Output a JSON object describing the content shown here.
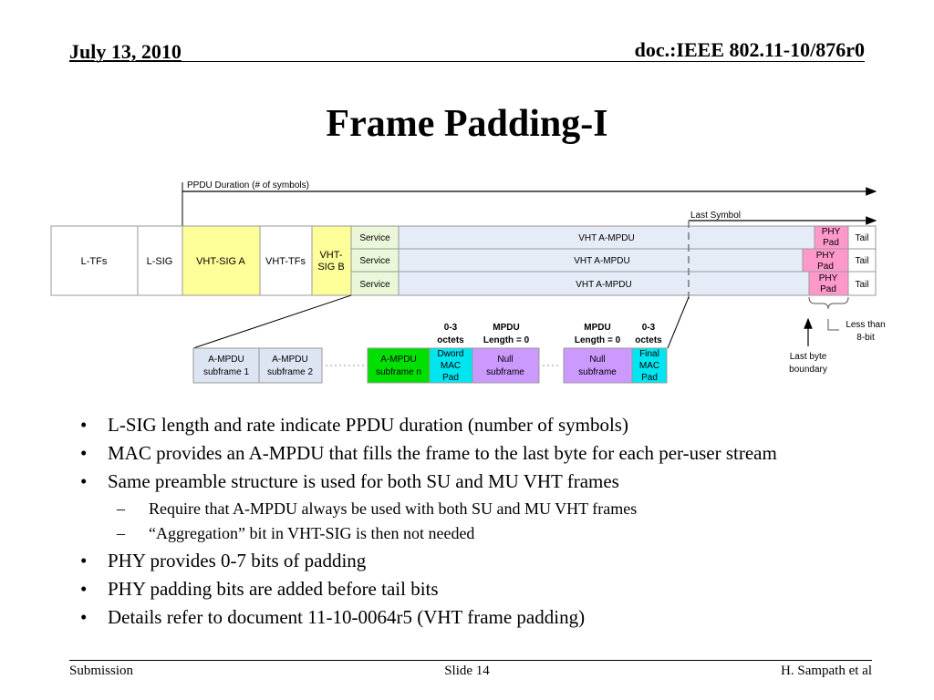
{
  "header": {
    "date": "July 13, 2010",
    "doc_id": "doc.:IEEE 802.11-10/876r0"
  },
  "title": "Frame Padding-I",
  "diagram": {
    "ppdu_duration_label": "PPDU Duration (# of symbols)",
    "last_symbol_label": "Last Symbol",
    "fields": {
      "ltf": "L-TFs",
      "lsig": "L-SIG",
      "vht_sig_a": "VHT-SIG A",
      "vht_tfs": "VHT-TFs",
      "vht_sig_b": [
        "VHT-",
        "SIG B"
      ]
    },
    "rows": [
      {
        "service": "Service",
        "ampdu": "VHT A-MPDU",
        "phy_pad": [
          "PHY",
          "Pad"
        ],
        "tail": "Tail"
      },
      {
        "service": "Service",
        "ampdu": "VHT A-MPDU",
        "phy_pad": [
          "PHY",
          "Pad"
        ],
        "tail": "Tail"
      },
      {
        "service": "Service",
        "ampdu": "VHT A-MPDU",
        "phy_pad": [
          "PHY",
          "Pad"
        ],
        "tail": "Tail"
      }
    ],
    "subframes": {
      "sf1": [
        "A-MPDU",
        "subframe 1"
      ],
      "sf2": [
        "A-MPDU",
        "subframe 2"
      ],
      "sfn": [
        "A-MPDU",
        "subframe n"
      ],
      "dword_pad": [
        "Dword",
        "MAC",
        "Pad"
      ],
      "null1": [
        "Null",
        "subframe"
      ],
      "null2": [
        "Null",
        "subframe"
      ],
      "final_pad": [
        "Final",
        "MAC",
        "Pad"
      ]
    },
    "annotations": {
      "octets_a": [
        "0-3",
        "octets"
      ],
      "mpdu_len_a": [
        "MPDU",
        "Length = 0"
      ],
      "mpdu_len_b": [
        "MPDU",
        "Length = 0"
      ],
      "octets_b": [
        "0-3",
        "octets"
      ],
      "less_than": [
        "Less than",
        "8-bit"
      ],
      "last_byte": [
        "Last byte",
        "boundary"
      ]
    },
    "colors": {
      "sig_yellow": "#ffff99",
      "service_green": "#ebf7d9",
      "ampdu_blue": "#e6ecf7",
      "phy_pad_pink": "#ff99cc",
      "subframe_blue": "#dde4f2",
      "subframe_n_green": "#00e000",
      "pad_cyan": "#00e5f0",
      "null_purple": "#cc99ff"
    }
  },
  "bullets": [
    {
      "level": 1,
      "text": "L-SIG length and rate indicate PPDU duration (number of symbols)"
    },
    {
      "level": 1,
      "text": "MAC provides an A-MPDU that fills the frame to the last byte for each per-user stream"
    },
    {
      "level": 1,
      "text": "Same preamble structure is used for both SU and MU VHT frames"
    },
    {
      "level": 2,
      "text": "Require that A-MPDU always be used with both SU and MU VHT frames"
    },
    {
      "level": 2,
      "text": "“Aggregation” bit in VHT-SIG is then not needed"
    },
    {
      "level": 1,
      "text": "PHY provides 0-7 bits of padding"
    },
    {
      "level": 1,
      "text": "PHY padding bits are added before tail bits"
    },
    {
      "level": 1,
      "text": "Details refer to document 11-10-0064r5 (VHT frame padding)"
    }
  ],
  "footer": {
    "left": "Submission",
    "center": "Slide 14",
    "right": "H. Sampath et al"
  }
}
